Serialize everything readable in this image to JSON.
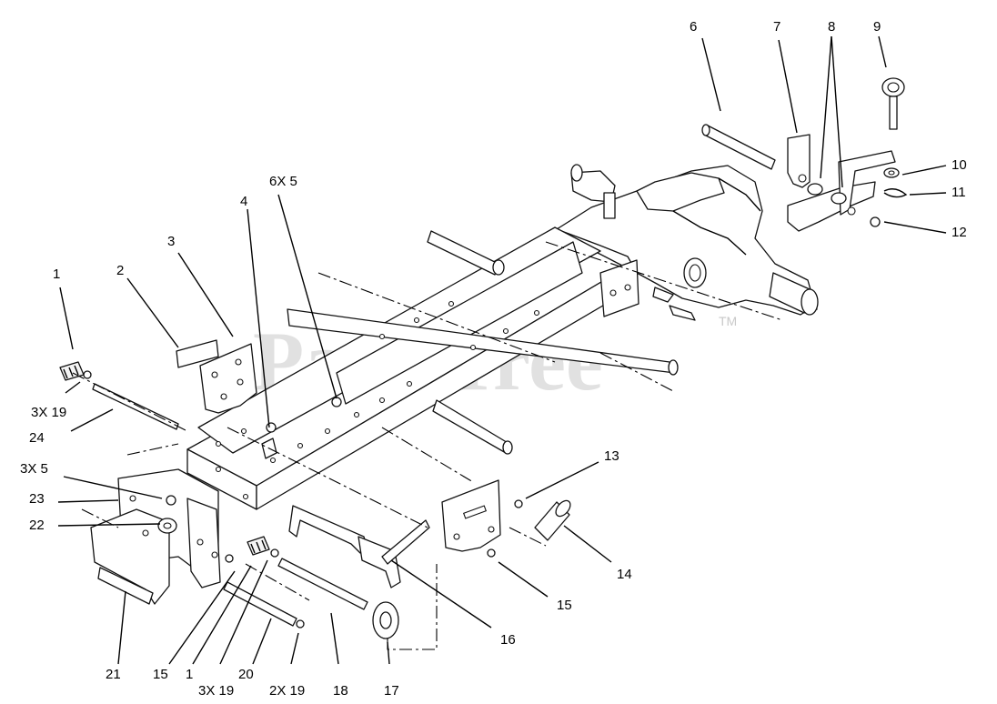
{
  "watermark": {
    "text": "PartsTree",
    "trademark": "TM"
  },
  "callouts": {
    "c1a": "1",
    "c2": "2",
    "c3": "3",
    "c4": "4",
    "c6x5": "6X 5",
    "c6": "6",
    "c7": "7",
    "c8": "8",
    "c9": "9",
    "c10": "10",
    "c11": "11",
    "c12": "12",
    "c3x19a": "3X 19",
    "c24": "24",
    "c3x5": "3X 5",
    "c23": "23",
    "c22": "22",
    "c13": "13",
    "c14": "14",
    "c15a": "15",
    "c16": "16",
    "c21": "21",
    "c15b": "15",
    "c1b": "1",
    "c3x19b": "3X 19",
    "c20": "20",
    "c2x19": "2X 19",
    "c18": "18",
    "c17": "17"
  }
}
